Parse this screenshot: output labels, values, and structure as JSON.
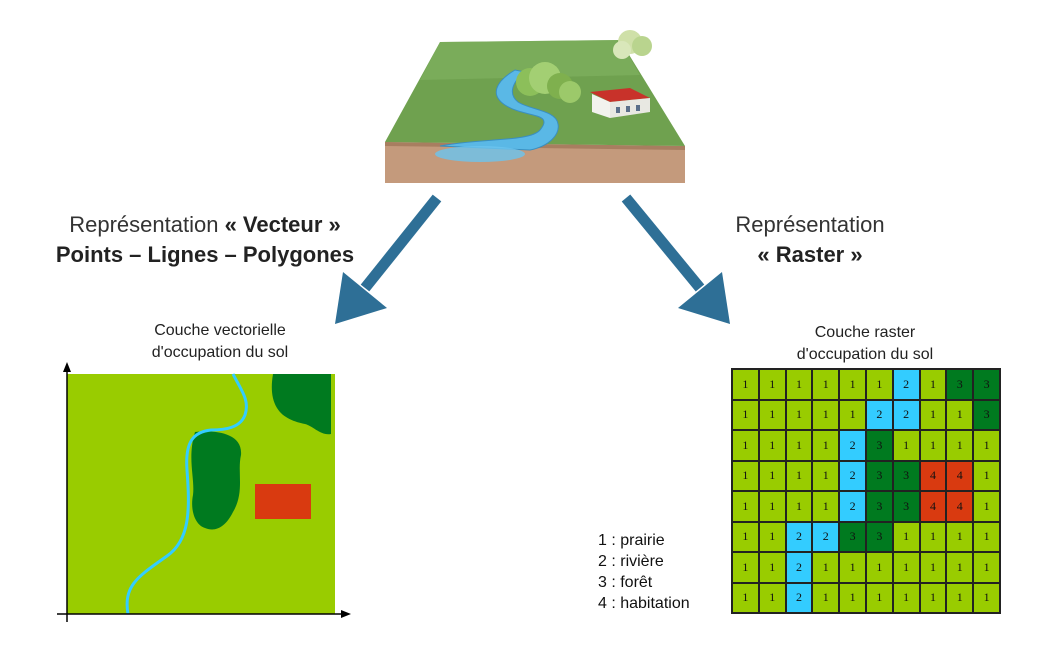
{
  "left_caption": {
    "line1_prefix": "Représentation ",
    "line1_bold": "« Vecteur »",
    "line2_bold": "Points – Lignes – Polygones"
  },
  "right_caption": {
    "line1": "Représentation",
    "line2_bold": "« Raster »"
  },
  "vector_layer": {
    "title_line1": "Couche vectorielle",
    "title_line2": "d'occupation du sol"
  },
  "raster_layer": {
    "title_line1": "Couche raster",
    "title_line2": "d'occupation du sol",
    "grid": [
      [
        1,
        1,
        1,
        1,
        1,
        1,
        2,
        1,
        3,
        3
      ],
      [
        1,
        1,
        1,
        1,
        1,
        2,
        2,
        1,
        1,
        3
      ],
      [
        1,
        1,
        1,
        1,
        2,
        3,
        1,
        1,
        1,
        1
      ],
      [
        1,
        1,
        1,
        1,
        2,
        3,
        3,
        4,
        4,
        1
      ],
      [
        1,
        1,
        1,
        1,
        2,
        3,
        3,
        4,
        4,
        1
      ],
      [
        1,
        1,
        2,
        2,
        3,
        3,
        1,
        1,
        1,
        1
      ],
      [
        1,
        1,
        2,
        1,
        1,
        1,
        1,
        1,
        1,
        1
      ],
      [
        1,
        1,
        2,
        1,
        1,
        1,
        1,
        1,
        1,
        1
      ]
    ]
  },
  "legend": [
    "1 : prairie",
    "2 : rivière",
    "3 : forêt",
    "4 : habitation"
  ],
  "colors": {
    "prairie": "#99cc00",
    "riviere": "#33ccff",
    "foret": "#007a1f",
    "habitation": "#d93a10",
    "arrow": "#2e6f96"
  }
}
